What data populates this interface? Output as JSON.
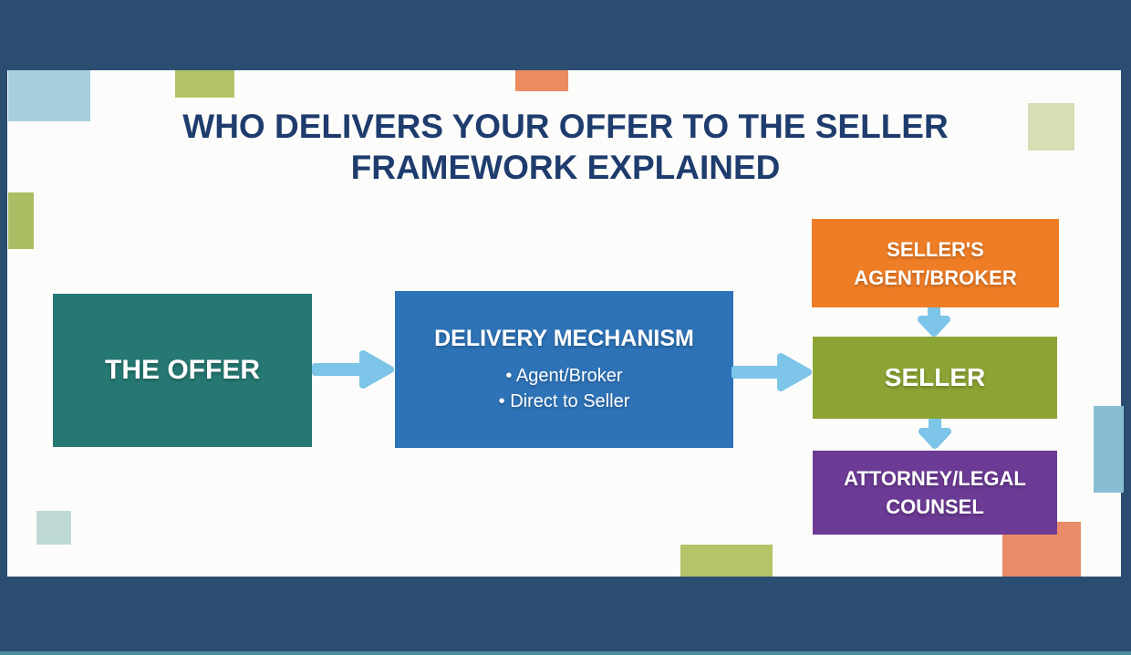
{
  "title": {
    "line1": "WHO DELIVERS YOUR OFFER TO THE SELLER",
    "line2": "FRAMEWORK EXPLAINED"
  },
  "nodes": {
    "offer": {
      "label": "THE OFFER"
    },
    "delivery": {
      "title": "DELIVERY MECHANISM",
      "bullets": [
        "• Agent/Broker",
        "• Direct to Seller"
      ]
    },
    "sellers_agent": {
      "label": "SELLER'S AGENT/BROKER"
    },
    "seller": {
      "label": "SELLER"
    },
    "attorney": {
      "label": "ATTORNEY/LEGAL COUNSEL"
    }
  },
  "palette": {
    "background": "#2c4d72",
    "card": "#fcfcfb",
    "title_text": "#1e3c6d",
    "arrow": "#7cc4e8",
    "bottom_accent_line": "#4a8f9c",
    "offer_box": "#267872",
    "delivery_box": "#2e73b7",
    "sellers_agent_box": "#ef7d26",
    "seller_box": "#8ca434",
    "attorney_box": "#6c3b95",
    "deco_lightblue": "#a5cede",
    "deco_olive_top": "#b2c368",
    "deco_salmon_top": "#ec8a60",
    "deco_palegreen": "#d6deb3",
    "deco_olive_left": "#a9bd62",
    "deco_paleteal": "#bed9d3",
    "deco_olive_bottom": "#b4c469",
    "deco_salmon_bottomright": "#e98a69",
    "deco_blue_right": "#88bed3"
  }
}
